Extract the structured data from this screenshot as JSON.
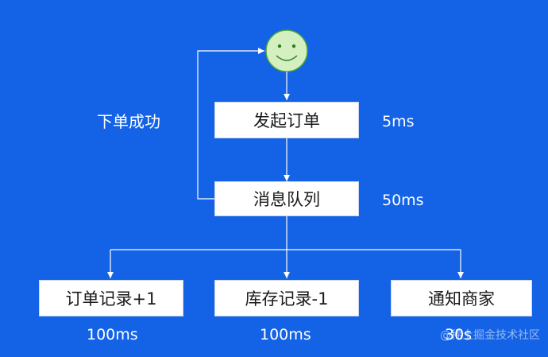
{
  "colors": {
    "background": "#1463e6",
    "node_fill": "#ffffff",
    "connector": "#ffffff",
    "smiley_face": "#d4efc0",
    "smiley_outline": "#4aa33a"
  },
  "diagram": {
    "start": {
      "icon": "smiley-face-icon"
    },
    "side_label": "下单成功",
    "nodes": [
      {
        "id": "order",
        "label": "发起订单",
        "time": "5ms"
      },
      {
        "id": "queue",
        "label": "消息队列",
        "time": "50ms"
      },
      {
        "id": "record",
        "label": "订单记录+1",
        "time": "100ms"
      },
      {
        "id": "stock",
        "label": "库存记录-1",
        "time": "100ms"
      },
      {
        "id": "notify",
        "label": "通知商家",
        "time": "30s"
      }
    ]
  },
  "watermark": "@稀土掘金技术社区"
}
